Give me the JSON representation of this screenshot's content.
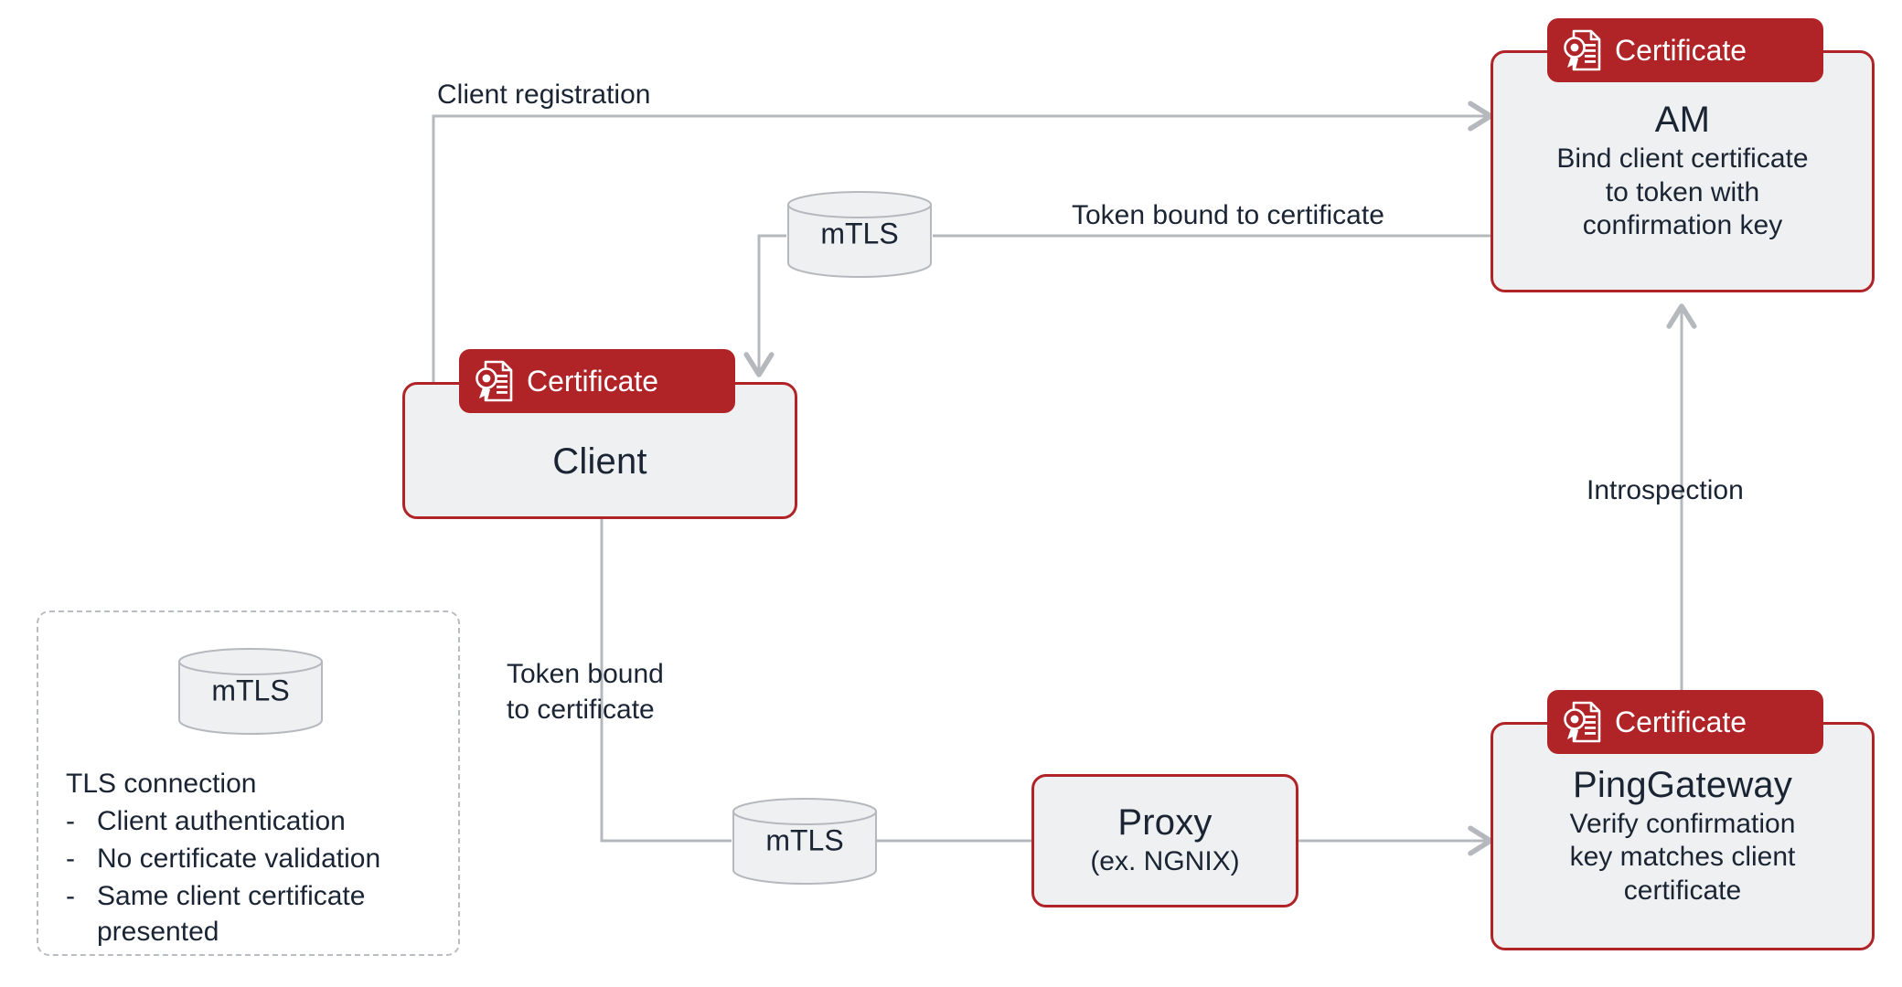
{
  "diagram": {
    "title": "Certificate-bound token flow (mTLS)",
    "colors": {
      "accent_red": "#b02428",
      "node_fill": "#eff0f1",
      "text_navy": "#1a2433",
      "connector_gray": "#b5b8bd",
      "legend_border": "#b9bcc2"
    }
  },
  "badges": {
    "certificate_label": "Certificate",
    "icon": "certificate-icon"
  },
  "nodes": {
    "am": {
      "title": "AM",
      "subtitle": "Bind client certificate\nto token with\nconfirmation key",
      "has_certificate_badge": true
    },
    "client": {
      "title": "Client",
      "subtitle": "",
      "has_certificate_badge": true
    },
    "proxy": {
      "title": "Proxy",
      "subtitle": "(ex. NGNIX)",
      "has_certificate_badge": false
    },
    "pinggateway": {
      "title": "PingGateway",
      "subtitle": "Verify confirmation\nkey matches client\ncertificate",
      "has_certificate_badge": true
    }
  },
  "cylinders": {
    "top_mtls": {
      "label": "mTLS"
    },
    "bottom_mtls": {
      "label": "mTLS"
    },
    "legend_mtls": {
      "label": "mTLS"
    }
  },
  "edges": {
    "client_registration": {
      "label": "Client registration",
      "from": "client",
      "to": "am",
      "arrow": "right"
    },
    "token_bound_to_certificate_top": {
      "label": "Token bound to certificate",
      "from": "am",
      "to": "client",
      "arrow": "down"
    },
    "token_bound_to_certificate_bottom": {
      "label": "Token bound\nto certificate",
      "from": "client",
      "to": "proxy",
      "arrow": "right"
    },
    "proxy_to_gateway": {
      "label": "",
      "from": "proxy",
      "to": "pinggateway",
      "arrow": "right"
    },
    "introspection": {
      "label": "Introspection",
      "from": "pinggateway",
      "to": "am",
      "arrow": "up"
    }
  },
  "legend": {
    "cylinder_label": "mTLS",
    "title": "TLS connection",
    "bullet_marker": "-",
    "items": [
      "Client authentication",
      "No certificate validation",
      "Same client certificate presented"
    ]
  }
}
